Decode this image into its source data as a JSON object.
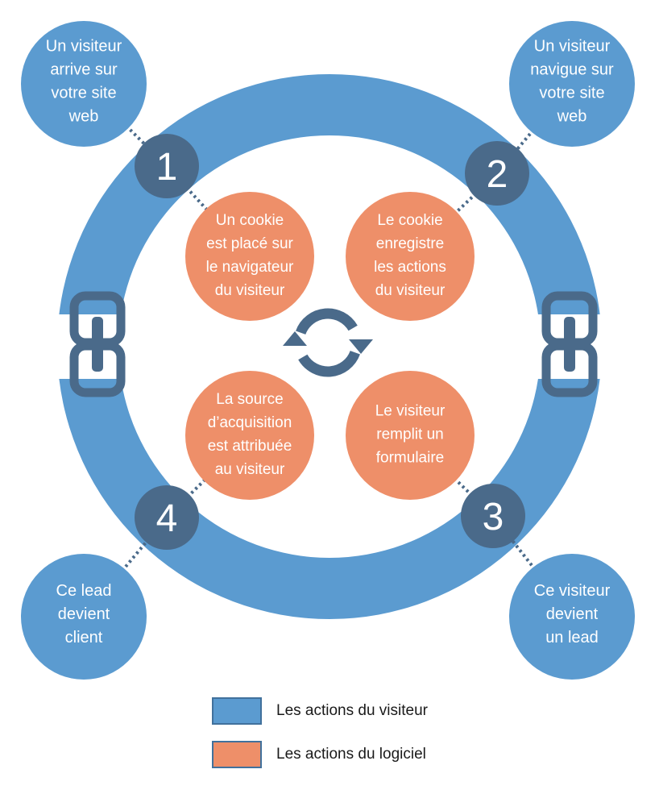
{
  "colors": {
    "visitor": "#5b9bd0",
    "software": "#ee8f69",
    "dark": "#4a6a8a",
    "chain": "#4a6a8a",
    "text": "#ffffff"
  },
  "steps": [
    {
      "number": "1",
      "visitor_lines": [
        "Un visiteur",
        "arrive sur",
        "votre site",
        "web"
      ],
      "software_lines": [
        "Un cookie",
        "est placé sur",
        "le navigateur",
        "du visiteur"
      ]
    },
    {
      "number": "2",
      "visitor_lines": [
        "Un visiteur",
        "navigue sur",
        "votre site",
        "web"
      ],
      "software_lines": [
        "Le cookie",
        "enregistre",
        "les actions",
        "du visiteur"
      ]
    },
    {
      "number": "3",
      "visitor_lines": [
        "Ce visiteur",
        "devient",
        "un lead"
      ],
      "software_lines": [
        "Le visiteur",
        "remplit un",
        "formulaire"
      ]
    },
    {
      "number": "4",
      "visitor_lines": [
        "Ce lead",
        "devient",
        "client"
      ],
      "software_lines": [
        "La source",
        "d’acquisition",
        "est attribuée",
        "au visiteur"
      ]
    }
  ],
  "center_icon": "refresh-cycle-icon",
  "link_icon": "chain-link-icon",
  "legend": [
    {
      "label": "Les actions du visiteur",
      "color": "#5b9bd0"
    },
    {
      "label": "Les actions du logiciel",
      "color": "#ee8f69"
    }
  ]
}
